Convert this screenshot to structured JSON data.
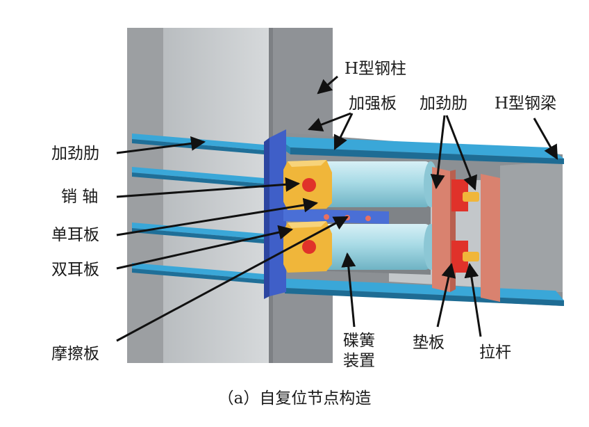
{
  "labels": {
    "column": "H型钢柱",
    "strengthening_plate": "加强板",
    "stiffener_top": "加劲肋",
    "beam": "H型钢梁",
    "stiffener_left": "加劲肋",
    "pin": "销 轴",
    "single_ear_plate": "单耳板",
    "double_ear_plate": "双耳板",
    "friction_plate": "摩擦板",
    "disc_spring_1": "碟簧",
    "disc_spring_2": "装置",
    "shim_plate": "垫板",
    "tie_rod": "拉杆"
  },
  "caption": "（a）自复位节点构造",
  "colors": {
    "column_gray": "#a7aaac",
    "column_light": "#c9cdd0",
    "flange_blue": "#3aa7d8",
    "end_plate_blue": "#3f5fc8",
    "ear_plate_gold": "#f0b63a",
    "pin_red": "#e0322a",
    "spring_cyan": "#a9dbe6",
    "shim_salmon": "#d9826f",
    "arrow_black": "#111111"
  }
}
